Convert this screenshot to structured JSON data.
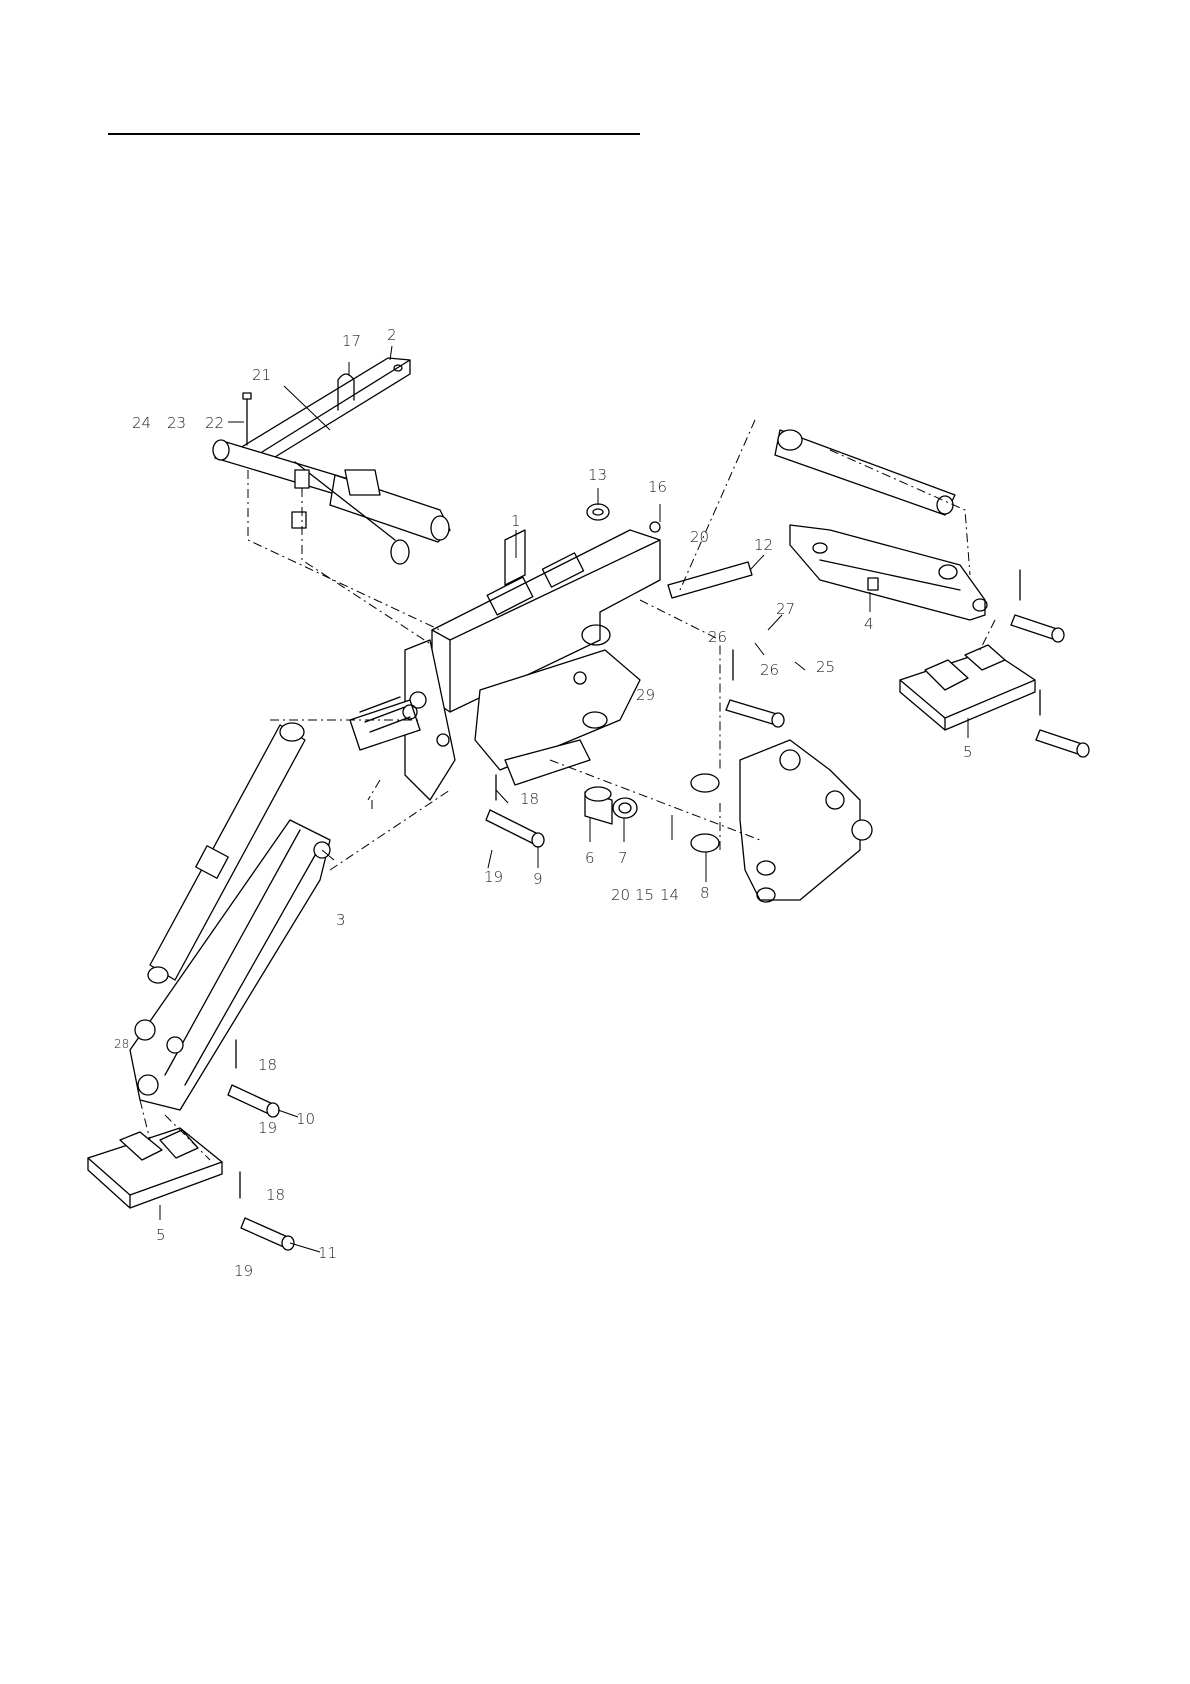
{
  "diagram": {
    "callouts": [
      "1",
      "2",
      "3",
      "4",
      "5",
      "5",
      "6",
      "7",
      "8",
      "9",
      "10",
      "11",
      "12",
      "13",
      "14",
      "15",
      "16",
      "17",
      "18",
      "18",
      "18",
      "19",
      "19",
      "19",
      "20",
      "20",
      "21",
      "22",
      "23",
      "24",
      "25",
      "26",
      "26",
      "27",
      "28",
      "29"
    ]
  }
}
